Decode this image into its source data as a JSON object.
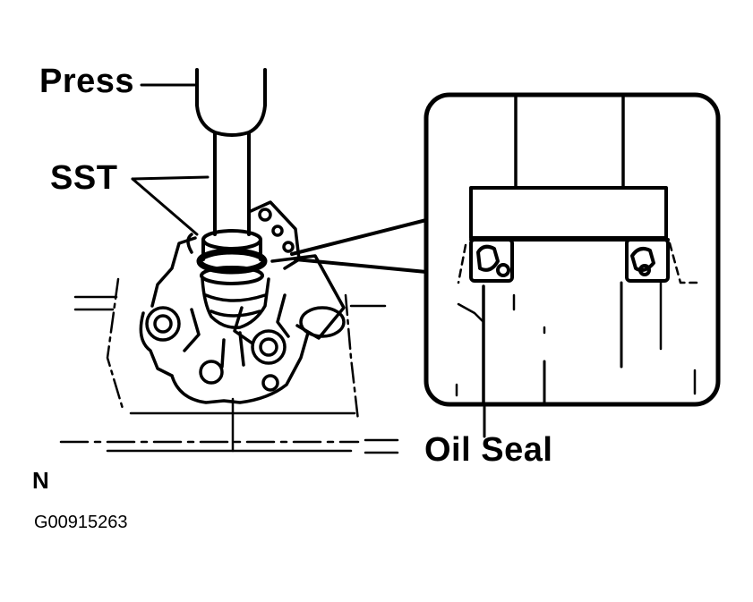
{
  "labels": {
    "press": "Press",
    "sst": "SST",
    "oil_seal": "Oil Seal",
    "north": "N",
    "figure_id": "G00915263"
  },
  "colors": {
    "ink": "#000000",
    "paper": "#ffffff"
  }
}
